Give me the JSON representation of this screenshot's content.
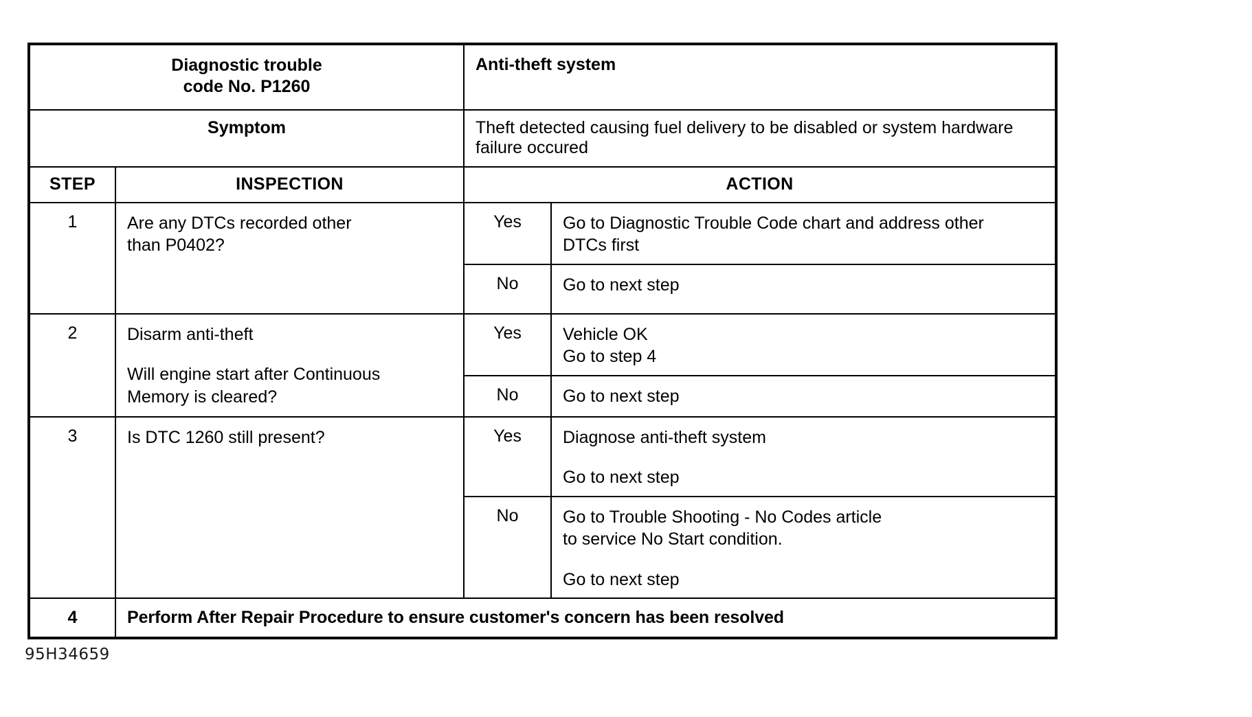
{
  "document": {
    "footer_code": "95H34659"
  },
  "header": {
    "code_label": "Diagnostic trouble",
    "code_label_line2": "code No. P1260",
    "system": "Anti-theft system",
    "symptom_label": "Symptom",
    "symptom_text": "Theft detected causing fuel delivery to be disabled or system hardware failure occured"
  },
  "columns": {
    "step": "STEP",
    "inspection": "INSPECTION",
    "action": "ACTION"
  },
  "steps": [
    {
      "number": "1",
      "inspection_line1": "Are any DTCs recorded other",
      "inspection_line2": "than P0402?",
      "branches": [
        {
          "answer": "Yes",
          "action_line1": "Go to Diagnostic Trouble Code chart and address other",
          "action_line2": "DTCs first"
        },
        {
          "answer": "No",
          "action_line1": "Go to next step"
        }
      ]
    },
    {
      "number": "2",
      "inspection_line1": "Disarm anti-theft",
      "inspection_line2": "Will engine start after Continuous",
      "inspection_line3": "Memory is cleared?",
      "branches": [
        {
          "answer": "Yes",
          "action_line1": "Vehicle OK",
          "action_line2": "Go to step 4"
        },
        {
          "answer": "No",
          "action_line1": "Go to next step"
        }
      ]
    },
    {
      "number": "3",
      "inspection_line1": "Is DTC 1260 still present?",
      "branches": [
        {
          "answer": "Yes",
          "action_line1": "Diagnose anti-theft system",
          "action_line2": "Go to next step"
        },
        {
          "answer": "No",
          "action_line1": "Go to Trouble Shooting - No Codes article",
          "action_line2": "to service No Start condition.",
          "action_line3": "Go to next step"
        }
      ]
    },
    {
      "number": "4",
      "full_width_text": "Perform After Repair Procedure to ensure customer's concern has been resolved"
    }
  ]
}
